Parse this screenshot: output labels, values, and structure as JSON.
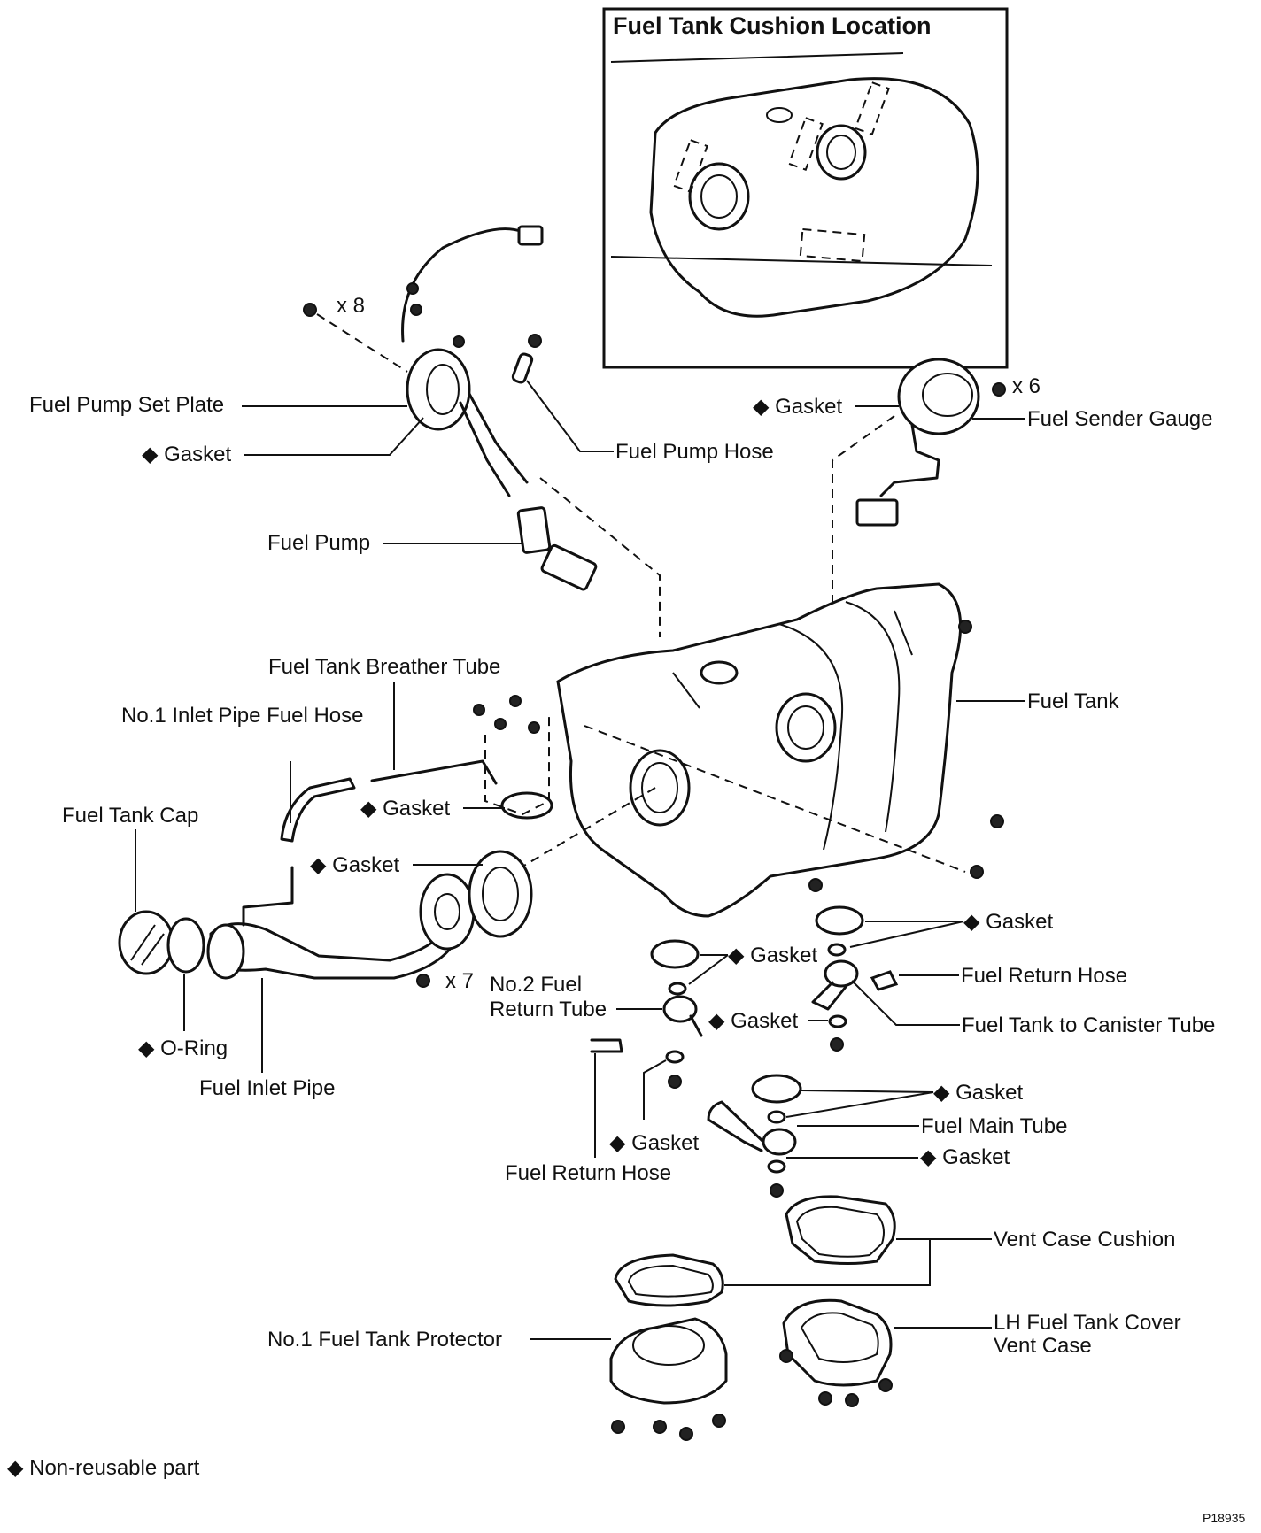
{
  "inset": {
    "title": "Fuel Tank Cushion Location"
  },
  "labels": {
    "x8": "x 8",
    "x6": "x 6",
    "x7": "x 7",
    "fuel_pump_set_plate": "Fuel Pump Set Plate",
    "gasket_pump": "◆ Gasket",
    "fuel_pump_hose": "Fuel Pump Hose",
    "fuel_pump": "Fuel Pump",
    "gasket_sender": "◆ Gasket",
    "fuel_sender_gauge": "Fuel Sender Gauge",
    "fuel_tank": "Fuel Tank",
    "breather_tube": "Fuel Tank Breather Tube",
    "inlet_hose": "No.1 Inlet Pipe Fuel Hose",
    "tank_cap": "Fuel Tank Cap",
    "gasket_breather": "◆ Gasket",
    "gasket_inlet": "◆ Gasket",
    "o_ring": "◆ O-Ring",
    "fuel_inlet_pipe": "Fuel Inlet Pipe",
    "no2_return_tube_1": "No.2 Fuel",
    "no2_return_tube_2": "Return Tube",
    "gasket_a": "◆ Gasket",
    "gasket_b": "◆ Gasket",
    "gasket_c": "◆ Gasket",
    "gasket_d": "◆ Gasket",
    "gasket_e": "◆ Gasket",
    "gasket_f": "◆ Gasket",
    "fuel_return_hose_right": "Fuel Return Hose",
    "fuel_return_hose_left": "Fuel Return Hose",
    "canister_tube": "Fuel Tank to Canister Tube",
    "fuel_main_tube": "Fuel Main Tube",
    "vent_case_cushion": "Vent Case Cushion",
    "protector": "No.1 Fuel Tank Protector",
    "cover_vent_1": "LH Fuel Tank Cover",
    "cover_vent_2": "Vent Case"
  },
  "legend": {
    "text": "◆ Non-reusable part"
  },
  "figure_code": "P18935"
}
